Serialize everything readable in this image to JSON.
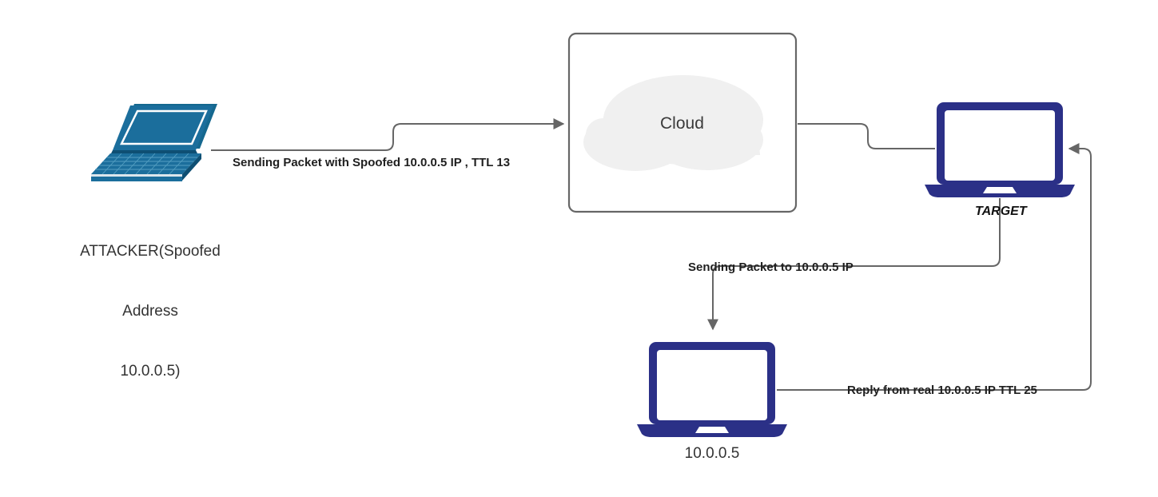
{
  "diagram": {
    "title": "IP Spoofing / TTL Reflection Network Diagram",
    "colors": {
      "attacker_laptop": "#1b6e9c",
      "attacker_laptop_dark": "#12587f",
      "node_navy": "#2b3087",
      "connector_gray": "#666666",
      "cloud_fill": "#f0f0f0",
      "box_border": "#666666",
      "text_dark": "#1a1a1a",
      "background": "#ffffff"
    },
    "nodes": [
      {
        "id": "attacker",
        "icon": "laptop-icon",
        "label": "ATTACKER(Spoofed\nAddress\n10.0.0.5)",
        "label_lines": [
          "ATTACKER(Spoofed",
          "Address",
          "10.0.0.5)"
        ],
        "style": "plain"
      },
      {
        "id": "cloud",
        "icon": "cloud-icon",
        "label": "Cloud",
        "style": "plain"
      },
      {
        "id": "target",
        "icon": "laptop-icon",
        "label": "TARGET",
        "style": "bold-italic"
      },
      {
        "id": "victim",
        "icon": "laptop-icon",
        "label": "10.0.0.5",
        "style": "plain"
      }
    ],
    "connectors": [
      {
        "id": "attacker-to-cloud",
        "from": "attacker",
        "to": "cloud",
        "label": "Sending Packet with Spoofed 10.0.0.5 IP , TTL 13",
        "arrowhead": true
      },
      {
        "id": "cloud-to-target",
        "from": "cloud",
        "to": "target",
        "label": "",
        "arrowhead": false
      },
      {
        "id": "target-to-victim",
        "from": "target",
        "to": "victim",
        "label": "Sending Packet to 10.0.0.5 IP",
        "arrowhead": true
      },
      {
        "id": "victim-to-target",
        "from": "victim",
        "to": "target",
        "label": "Reply from real 10.0.0.5 IP TTL 25",
        "arrowhead": true
      }
    ]
  }
}
